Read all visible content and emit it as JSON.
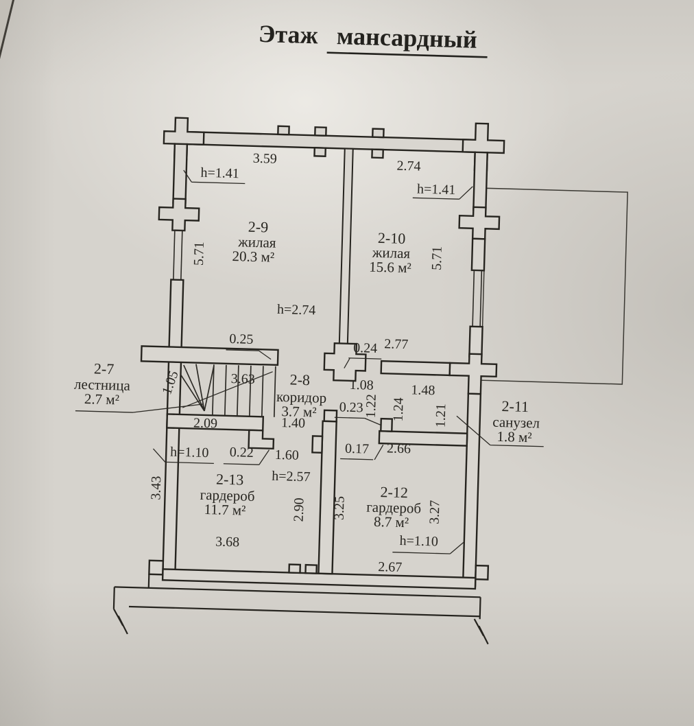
{
  "title": {
    "word1": "Этаж",
    "word2": "мансардный"
  },
  "rooms": {
    "r29": {
      "id": "2-9",
      "name": "жилая",
      "area": "20.3 м²"
    },
    "r210": {
      "id": "2-10",
      "name": "жилая",
      "area": "15.6 м²"
    },
    "r27": {
      "id": "2-7",
      "name": "лестница",
      "area": "2.7 м²"
    },
    "r28": {
      "id": "2-8",
      "name": "коридор",
      "area": "3.7 м²"
    },
    "r211": {
      "id": "2-11",
      "name": "санузел",
      "area": "1.8 м²"
    },
    "r213": {
      "id": "2-13",
      "name": "гардероб",
      "area": "11.7 м²"
    },
    "r212": {
      "id": "2-12",
      "name": "гардероб",
      "area": "8.7 м²"
    }
  },
  "dims": {
    "top_w_29": "3.59",
    "top_w_210": "2.74",
    "h_141_left": "h=1.41",
    "h_141_right": "h=1.41",
    "side_571_left": "5.71",
    "side_571_right": "5.71",
    "h_274": "h=2.74",
    "t_025": "0.25",
    "t_024": "0.24",
    "w_277": "2.77",
    "stair_363": "3.63",
    "stair_105": "1.05",
    "w_108": "1.08",
    "v_122": "1.22",
    "t_023": "0.23",
    "w_148": "1.48",
    "v_124": "1.24",
    "v_121": "1.21",
    "w_209": "2.09",
    "h_110_left": "h=1.10",
    "t_022": "0.22",
    "w_140": "1.40",
    "w_160": "1.60",
    "h_257": "h=2.57",
    "t_017": "0.17",
    "w_266": "2.66",
    "v_343": "3.43",
    "v_290": "2.90",
    "v_325": "3.25",
    "v_327": "3.27",
    "w_368": "3.68",
    "w_267": "2.67",
    "h_110_right": "h=1.10"
  }
}
